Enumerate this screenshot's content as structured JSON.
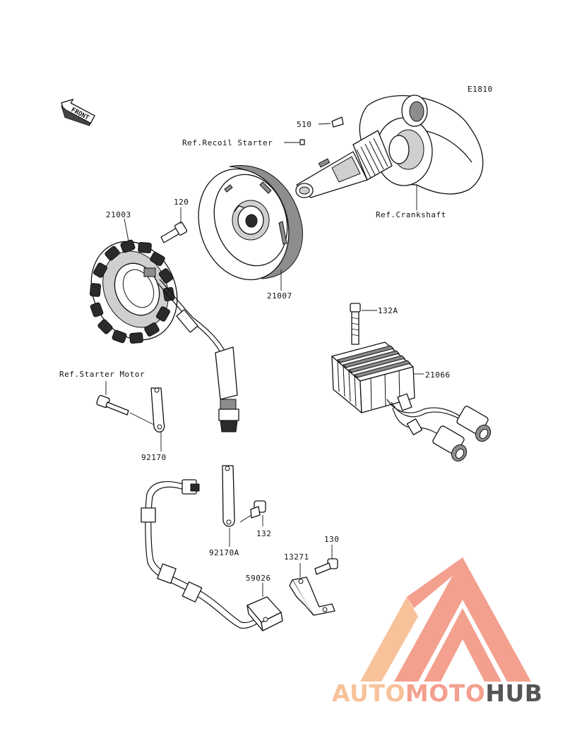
{
  "diagram": {
    "code": "E1810",
    "front_label": "FRONT",
    "labels": {
      "p510": "510",
      "ref_recoil_starter": "Ref.Recoil Starter",
      "ref_crankshaft": "Ref.Crankshaft",
      "p120": "120",
      "p21003": "21003",
      "p21007": "21007",
      "p132a": "132A",
      "p21066": "21066",
      "ref_starter_motor": "Ref.Starter Motor",
      "p92170": "92170",
      "p92170a": "92170A",
      "p132": "132",
      "p130": "130",
      "p13271": "13271",
      "p59026": "59026"
    }
  },
  "watermark": {
    "part1": "AUTO",
    "part2": "MOTO",
    "part3": "HUB",
    "color_main": "#f4a08f",
    "color_accent": "#f7c29a",
    "color_dark": "#555555"
  }
}
